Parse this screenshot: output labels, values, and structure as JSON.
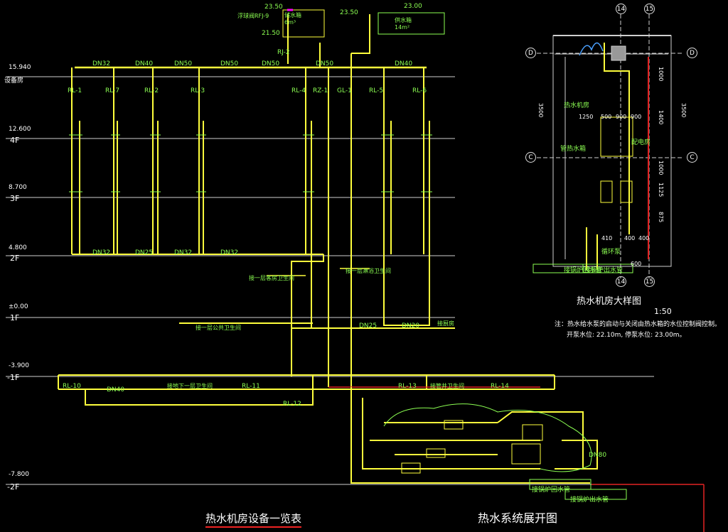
{
  "floors": [
    {
      "elevation": "15.940",
      "name": "",
      "extra": "设备房"
    },
    {
      "elevation": "12.600",
      "name": "4F",
      "extra": ""
    },
    {
      "elevation": "8.700",
      "name": "3F",
      "extra": ""
    },
    {
      "elevation": "4.800",
      "name": "2F",
      "extra": ""
    },
    {
      "elevation": "±0.00",
      "name": "1F",
      "extra": ""
    },
    {
      "elevation": "-3.900",
      "name": "-1F",
      "extra": ""
    },
    {
      "elevation": "-7.800",
      "name": "-2F",
      "extra": ""
    }
  ],
  "risers_top": [
    "RL-1",
    "RL-7",
    "RL-2",
    "RL-3",
    "RL-4",
    "RZ-1",
    "RL-5",
    "RL-6",
    "GL-1"
  ],
  "risers_basement": [
    "RL-10",
    "RL-11",
    "RL-13",
    "RL-14",
    "RL-12"
  ],
  "pipe_sizes": [
    "DN32",
    "DN40",
    "DN50",
    "DN50",
    "DN50",
    "DN50",
    "DN40",
    "DN32",
    "DN25",
    "DN32",
    "DN32",
    "DN25",
    "DN20",
    "DN40",
    "DN80"
  ],
  "tanks": {
    "top_tank": "储水箱\n6m³",
    "second_tank": "供水箱\n14m²",
    "top_elev_1": "23.50",
    "top_elev_2": "23.50",
    "top_elev_3": "23.00",
    "valve_label": "浮球阀RFJ-9",
    "rj2": "RJ-2",
    "elev_21": "21.50"
  },
  "detail": {
    "title": "热水机房大样图",
    "scale": "1:50",
    "grid_top": [
      "14",
      "15"
    ],
    "grid_bottom": [
      "14",
      "15"
    ],
    "grid_left": [
      "D",
      "C"
    ],
    "grid_right": [
      "D",
      "C"
    ],
    "labels": [
      "热水机房",
      "管热水箱",
      "配电房",
      "循环泵",
      "接锅炉回水管",
      "接锅炉出水管"
    ],
    "dims": [
      "3500",
      "3500",
      "1250",
      "500",
      "900",
      "1000",
      "1400",
      "1000",
      "1125",
      "875",
      "410",
      "600",
      "400",
      "400",
      "900"
    ],
    "note_line1": "注：热水给水泵的启动与关闭由热水箱的水位控制阀控制。",
    "note_line2": "开泵水位: 22.10m, 停泵水位: 23.00m。"
  },
  "bottom_titles": {
    "equipment_list": "热水机房设备一览表",
    "system_diagram": "热水系统展开图"
  },
  "annotations": [
    "接锅炉回水管",
    "接锅炉出水管",
    "接一层客房卫生间",
    "接一层淋浴卫生间",
    "接一层公共卫生间",
    "接厨房",
    "接地下一层卫生间",
    "接管井卫生间"
  ],
  "colors": {
    "pipe": "#ffff3c",
    "text_green": "#8cff52",
    "text_white": "#ffffff",
    "accent_red": "#e22222",
    "bg": "#000000"
  }
}
